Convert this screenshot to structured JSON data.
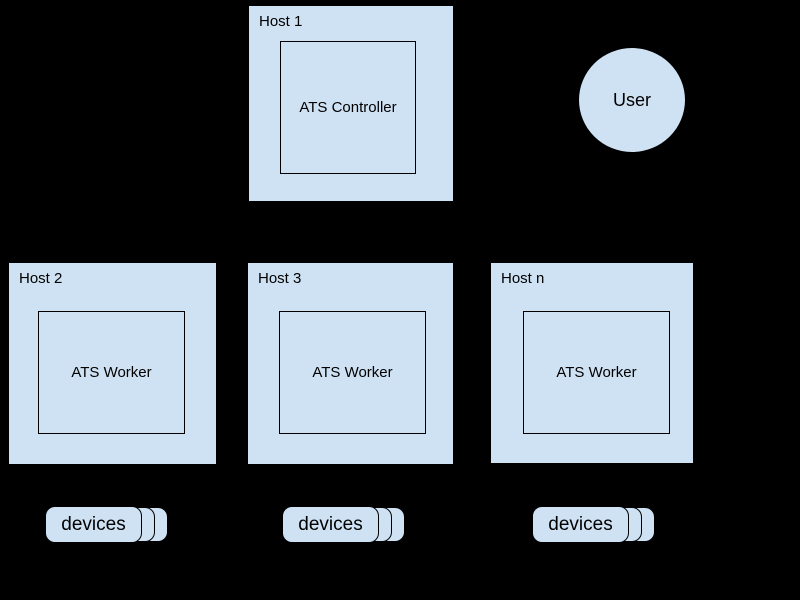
{
  "diagram": {
    "colors": {
      "background": "#000000",
      "node_fill": "#cfe2f3",
      "node_stroke": "#000000",
      "text": "#000000"
    },
    "hosts": [
      {
        "label": "Host 1",
        "inner_label": "ATS Controller"
      },
      {
        "label": "Host 2",
        "inner_label": "ATS Worker"
      },
      {
        "label": "Host 3",
        "inner_label": "ATS Worker"
      },
      {
        "label": "Host n",
        "inner_label": "ATS Worker"
      }
    ],
    "user": {
      "label": "User"
    },
    "device_stacks": [
      {
        "label": "devices"
      },
      {
        "label": "devices"
      },
      {
        "label": "devices"
      }
    ]
  }
}
